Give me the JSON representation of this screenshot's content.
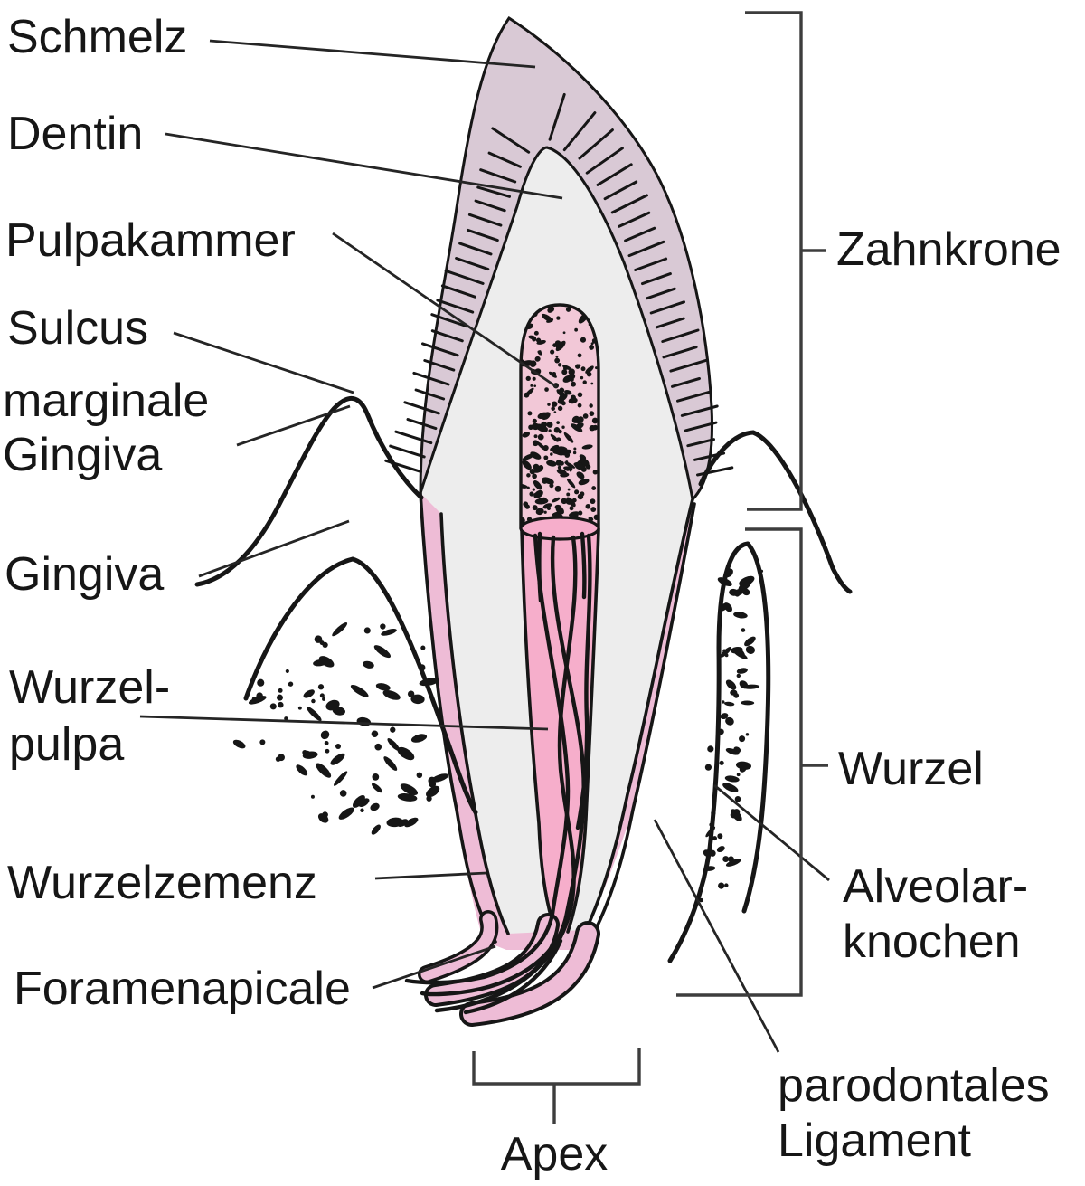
{
  "labels": {
    "schmelz": "Schmelz",
    "dentin": "Dentin",
    "pulpakammer": "Pulpakammer",
    "sulcus": "Sulcus",
    "marginale_gingiva_line1": "marginale",
    "marginale_gingiva_line2": "Gingiva",
    "gingiva": "Gingiva",
    "wurzelpulpa_line1": "Wurzel-",
    "wurzelpulpa_line2": "pulpa",
    "wurzelzemenz": "Wurzelzemenz",
    "foramen_apicale": "Foramenapicale",
    "zahnkrone": "Zahnkrone",
    "wurzel": "Wurzel",
    "alveolarknochen_line1": "Alveolar-",
    "alveolarknochen_line2": "knochen",
    "parodontales_ligament_line1": "parodontales",
    "parodontales_ligament_line2": "Ligament",
    "apex": "Apex"
  },
  "colors": {
    "enamel": "#d9c9d5",
    "dentin": "#ededed",
    "chamber": "#f2c8d7",
    "canal": "#f6aecb",
    "cementum": "#eebcd6",
    "outline": "#161616",
    "background": "#ffffff"
  }
}
